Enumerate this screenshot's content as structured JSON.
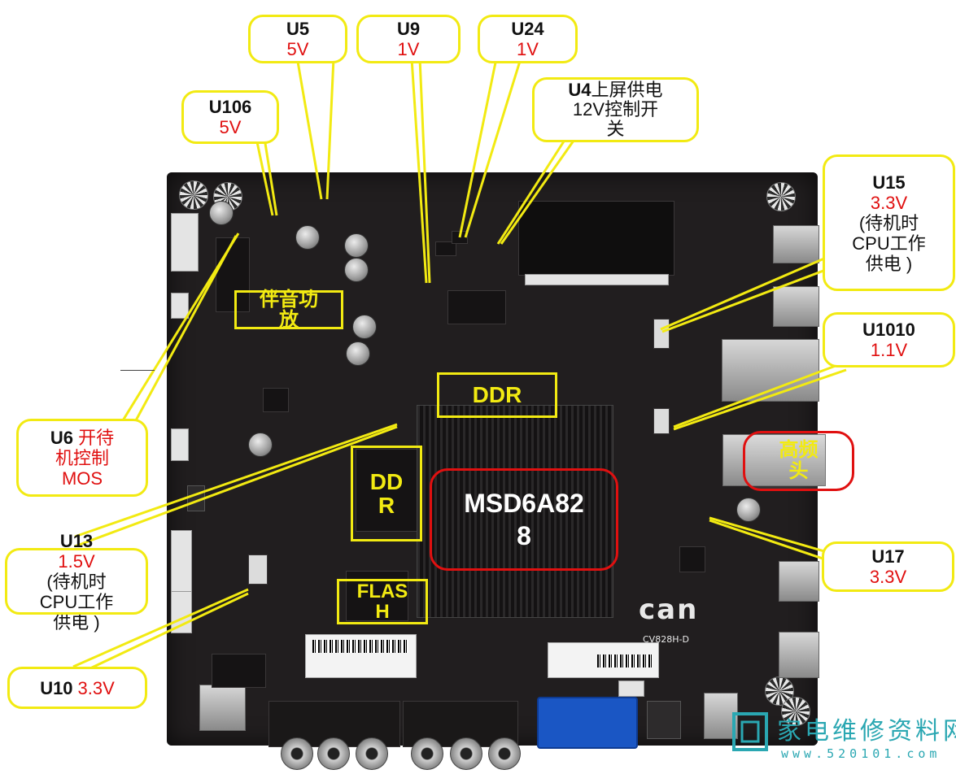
{
  "callouts": {
    "u5": {
      "name": "U5",
      "volt": "5V"
    },
    "u9": {
      "name": "U9",
      "volt": "1V"
    },
    "u24": {
      "name": "U24",
      "volt": "1V"
    },
    "u106": {
      "name": "U106",
      "volt": "5V"
    },
    "u4": {
      "name": "U4",
      "desc_1": "上屏供电",
      "desc_2": "12V控制开",
      "desc_3": "关"
    },
    "u15": {
      "name": "U15",
      "volt": "3.3V",
      "desc_1": "(待机时",
      "desc_2": "CPU工作",
      "desc_3": "供电 )"
    },
    "u1010": {
      "name": "U1010",
      "volt": "1.1V"
    },
    "u6": {
      "name": "U6",
      "desc_1": "开待",
      "desc_2": "机控制",
      "desc_3": "MOS"
    },
    "u13": {
      "name": "U13",
      "volt": "1.5V",
      "desc_1": "(待机时",
      "desc_2": "CPU工作",
      "desc_3": "供电 )"
    },
    "u17": {
      "name": "U17",
      "volt": "3.3V"
    },
    "u10": {
      "name": "U10",
      "volt": "3.3V"
    }
  },
  "board_labels": {
    "audio_amp_1": "伴音功",
    "audio_amp_2": "放",
    "ddr_top": "DDR",
    "ddr_left_1": "DD",
    "ddr_left_2": "R",
    "flash_1": "FLAS",
    "flash_2": "H",
    "soc_1": "MSD6A82",
    "soc_2": "8",
    "tuner_1": "高频",
    "tuner_2": "头"
  },
  "board_text": {
    "brand": "can",
    "model": "CV828H-D"
  },
  "watermark": {
    "cn": "家电维修资料网",
    "url": "www.520101.com"
  },
  "colors": {
    "callout_border": "#f2ea12",
    "voltage": "#e01010",
    "soc_border": "#e01010",
    "board": "#211e1f",
    "watermark": "#2aa7b2"
  }
}
